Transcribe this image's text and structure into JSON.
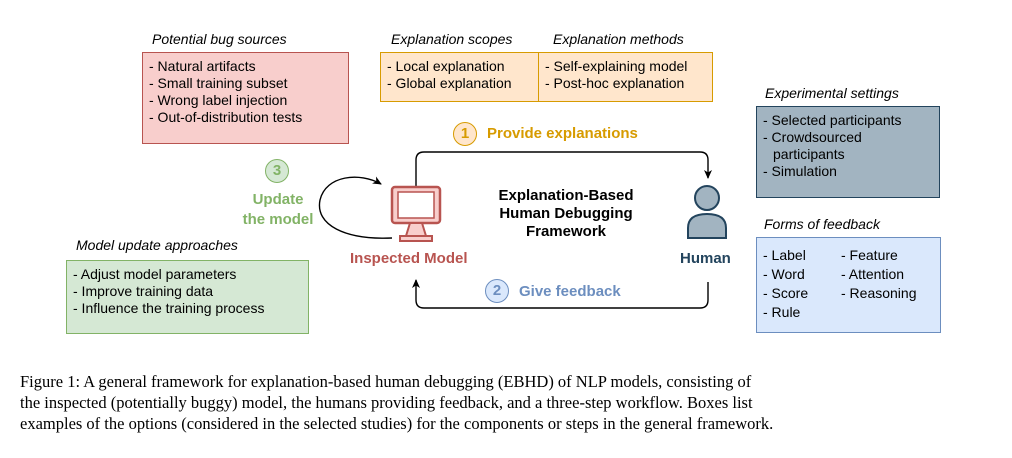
{
  "bug_sources": {
    "title": "Potential bug sources",
    "items": [
      "- Natural artifacts",
      "- Small training subset",
      "- Wrong label injection",
      "- Out-of-distribution tests"
    ]
  },
  "explanation_scopes": {
    "title": "Explanation scopes",
    "items": [
      "- Local explanation",
      "- Global explanation"
    ]
  },
  "explanation_methods": {
    "title": "Explanation methods",
    "items": [
      "- Self-explaining model",
      "- Post-hoc explanation"
    ]
  },
  "experimental_settings": {
    "title": "Experimental settings",
    "items": [
      "- Selected participants",
      "- Crowdsourced",
      "participants",
      "- Simulation"
    ]
  },
  "forms_of_feedback": {
    "title": "Forms of feedback",
    "col1": [
      "- Label",
      "- Word",
      "- Score",
      "- Rule"
    ],
    "col2": [
      "- Feature",
      "- Attention",
      "- Reasoning"
    ]
  },
  "model_update": {
    "title": "Model update approaches",
    "items": [
      "- Adjust model parameters",
      "- Improve training data",
      "- Influence the training process"
    ]
  },
  "steps": {
    "step1": {
      "number": "1",
      "label": "Provide explanations"
    },
    "step2": {
      "number": "2",
      "label": "Give feedback"
    },
    "step3": {
      "number": "3",
      "line1": "Update",
      "line2": "the model"
    }
  },
  "center": {
    "line1": "Explanation-Based",
    "line2": "Human Debugging",
    "line3": "Framework"
  },
  "inspected_model_label": "Inspected Model",
  "human_label": "Human",
  "caption": [
    "Figure 1: A general framework for explanation-based human debugging (EBHD) of NLP models, consisting of",
    "the inspected (potentially buggy) model, the humans providing feedback, and a three-step workflow. Boxes list",
    "examples of the options (considered in the selected studies) for the components or steps in the general framework."
  ],
  "colors": {
    "step1": "#d79b00",
    "step2": "#6c8ebf",
    "step3": "#82b366",
    "model": "#b85450",
    "human": "#23445d"
  }
}
